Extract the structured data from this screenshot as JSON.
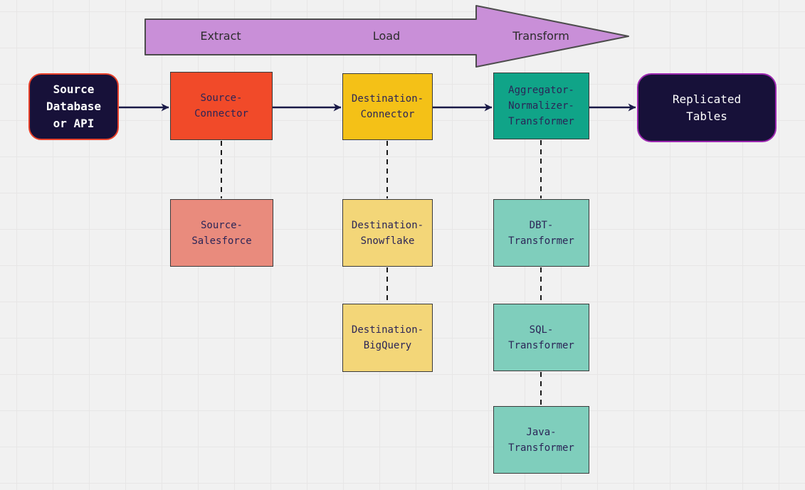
{
  "canvas": {
    "background": "#F1F1F1",
    "grid_line": "#E7E6E6"
  },
  "phase_arrow": {
    "shape": "right-arrow",
    "fill": "#C98FD8",
    "border": "#4D4D4D",
    "label_color": "#2D2D2D",
    "labels": {
      "extract": "Extract",
      "load": "Load",
      "transform": "Transform"
    }
  },
  "nodes": {
    "source_db": {
      "label": "Source\nDatabase\nor API",
      "fill": "#171139",
      "border": "#E8402A",
      "text_color": "#FFFFFF"
    },
    "source_connector": {
      "label": "Source-\nConnector",
      "fill": "#F14A29",
      "text_color": "#2B2557"
    },
    "destination_connector": {
      "label": "Destination-\nConnector",
      "fill": "#F4C117",
      "text_color": "#2B2557"
    },
    "aggregator_normalizer_transformer": {
      "label": "Aggregator-\nNormalizer-\nTransformer",
      "fill": "#10A488",
      "text_color": "#2B2557"
    },
    "replicated_tables": {
      "label": "Replicated\nTables",
      "fill": "#171139",
      "border": "#9C27B0",
      "text_color": "#FFFFFF"
    },
    "source_salesforce": {
      "label": "Source-\nSalesforce",
      "fill": "#E98B7D",
      "text_color": "#2B2557"
    },
    "destination_snowflake": {
      "label": "Destination-\nSnowflake",
      "fill": "#F3D678",
      "text_color": "#2B2557"
    },
    "destination_bigquery": {
      "label": "Destination-\nBigQuery",
      "fill": "#F3D678",
      "text_color": "#2B2557"
    },
    "dbt_transformer": {
      "label": "DBT-\nTransformer",
      "fill": "#7FCEBC",
      "text_color": "#2B2557"
    },
    "sql_transformer": {
      "label": "SQL-\nTransformer",
      "fill": "#7FCEBC",
      "text_color": "#2B2557"
    },
    "java_transformer": {
      "label": "Java-\nTransformer",
      "fill": "#7FCEBC",
      "text_color": "#2B2557"
    }
  },
  "edges": {
    "solid_color": "#191947",
    "dashed_color": "#1A1A1A",
    "solid": [
      {
        "from": "source_db",
        "to": "source_connector"
      },
      {
        "from": "source_connector",
        "to": "destination_connector"
      },
      {
        "from": "destination_connector",
        "to": "aggregator_normalizer_transformer"
      },
      {
        "from": "aggregator_normalizer_transformer",
        "to": "replicated_tables"
      }
    ],
    "dashed": [
      {
        "from": "source_connector",
        "to": "source_salesforce"
      },
      {
        "from": "destination_connector",
        "to": "destination_snowflake"
      },
      {
        "from": "destination_snowflake",
        "to": "destination_bigquery"
      },
      {
        "from": "aggregator_normalizer_transformer",
        "to": "dbt_transformer"
      },
      {
        "from": "dbt_transformer",
        "to": "sql_transformer"
      },
      {
        "from": "sql_transformer",
        "to": "java_transformer"
      }
    ]
  }
}
